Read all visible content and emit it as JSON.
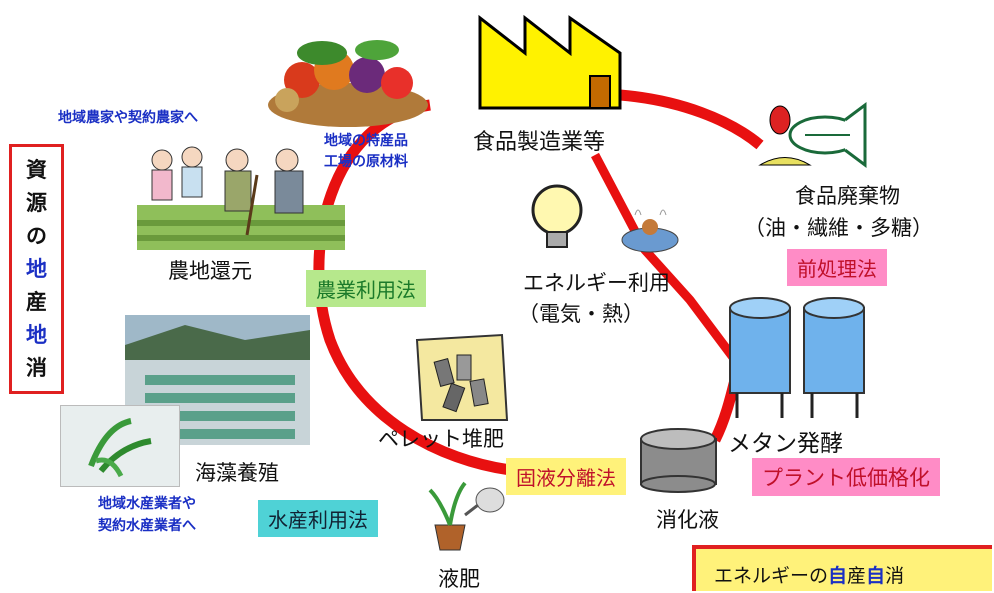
{
  "nodes": {
    "factory": "食品製造業等",
    "food_waste": "食品廃棄物",
    "food_waste_detail": "（油・繊維・多糖）",
    "methane": "メタン発酵",
    "digest": "消化液",
    "liquid_fert": "液肥",
    "pellet": "ペレット堆肥",
    "seaweed": "海藻養殖",
    "farm": "農地還元",
    "energy": "エネルギー利用",
    "energy_detail": "（電気・熱）"
  },
  "notes": {
    "farmers": "地域農家や契約農家へ",
    "specialty_line1": "地域の特産品",
    "specialty_line2": "工場の原材料",
    "fishers_line1": "地域水産業者や",
    "fishers_line2": "契約水産業者へ"
  },
  "tags": {
    "pretreatment": "前処理法",
    "plant": "プラント低価格化",
    "separation": "固液分離法",
    "aquatic": "水産利用法",
    "agricultural": "農業利用法"
  },
  "local_box": {
    "chars": [
      "資",
      "源",
      "の",
      "地",
      "産",
      "地",
      "消"
    ]
  },
  "energy_box": {
    "p1": "エネルギーの",
    "p2": "自",
    "p3": "産",
    "p4": "自",
    "p5": "消"
  },
  "colors": {
    "ring": "#e81010",
    "note_blue": "#1a2fc4",
    "tag_yellow": "#fff27a",
    "tag_green": "#b6e88c",
    "tag_cyan": "#4fd2d6",
    "tag_pink": "#ff8cc6",
    "factory_yellow": "#fff200"
  }
}
